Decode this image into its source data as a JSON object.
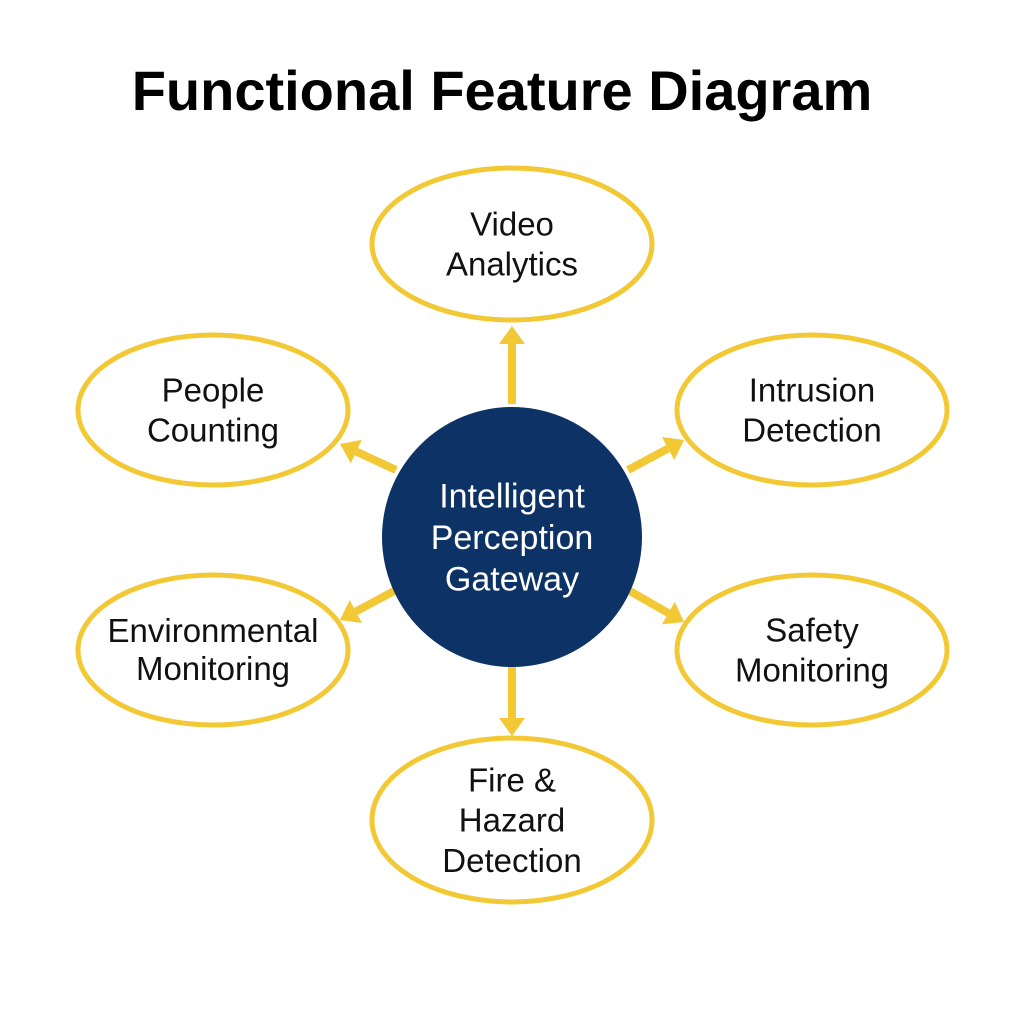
{
  "title": "Functional Feature Diagram",
  "colors": {
    "hub_fill": "#0d3266",
    "hub_text": "#ffffff",
    "accent": "#f2c935",
    "node_fill": "#ffffff",
    "node_text": "#111111"
  },
  "hub": {
    "lines": [
      "Intelligent",
      "Perception",
      "Gateway"
    ]
  },
  "features": [
    {
      "id": "video-analytics",
      "lines": [
        "Video",
        "Analytics"
      ]
    },
    {
      "id": "intrusion-detection",
      "lines": [
        "Intrusion",
        "Detection"
      ]
    },
    {
      "id": "safety-monitoring",
      "lines": [
        "Safety",
        "Monitoring"
      ]
    },
    {
      "id": "fire-hazard-detection",
      "lines": [
        "Fire &",
        "Hazard",
        "Detection"
      ]
    },
    {
      "id": "environmental-monitoring",
      "lines": [
        "Environmental",
        "Monitoring"
      ]
    },
    {
      "id": "people-counting",
      "lines": [
        "People",
        "Counting"
      ]
    }
  ]
}
